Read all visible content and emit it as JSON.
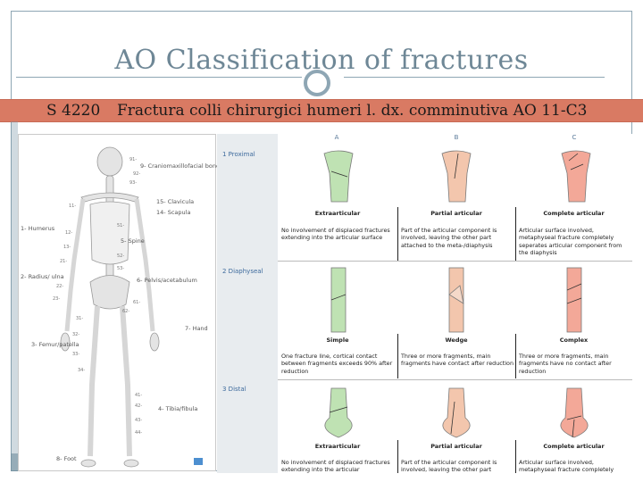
{
  "slide": {
    "title": "AO Classification of fractures",
    "banner_code": "S 4220",
    "banner_text": "Fractura colli chirurgici humeri l. dx. comminutiva AO 11-C3"
  },
  "skeleton": {
    "labels": [
      {
        "num": "9-",
        "text": "Craniomaxillofacial bones"
      },
      {
        "num": "15-",
        "text": "Clavicula"
      },
      {
        "num": "14-",
        "text": "Scapula"
      },
      {
        "num": "1-",
        "text": "Humerus"
      },
      {
        "num": "5-",
        "text": "Spine"
      },
      {
        "num": "2-",
        "text": "Radius/ ulna"
      },
      {
        "num": "6-",
        "text": "Pelvis/acetabulum"
      },
      {
        "num": "7-",
        "text": "Hand"
      },
      {
        "num": "3-",
        "text": "Femur/patella"
      },
      {
        "num": "4-",
        "text": "Tibia/fibula"
      },
      {
        "num": "8-",
        "text": "Foot"
      }
    ],
    "small_numbers": [
      "91-",
      "92-",
      "93-",
      "11-",
      "12-",
      "13-",
      "51-",
      "52-",
      "53-",
      "21-",
      "22-",
      "23-",
      "61-",
      "62-",
      "31-",
      "32-",
      "33-",
      "34-",
      "41-",
      "42-",
      "43-",
      "44-"
    ]
  },
  "classification": {
    "columns": [
      "A",
      "B",
      "C"
    ],
    "groups": [
      {
        "name": "1 Proximal",
        "subtypes": [
          {
            "label": "Extraarticular",
            "desc": "No involvement of displaced fractures extending into the articular surface"
          },
          {
            "label": "Partial articular",
            "desc": "Part of the articular component is involved, leaving the other part attached to the meta-/diaphysis"
          },
          {
            "label": "Complete articular",
            "desc": "Articular surface involved, metaphyseal fracture completely seperates articular component from the diaphysis"
          }
        ]
      },
      {
        "name": "2 Diaphyseal",
        "subtypes": [
          {
            "label": "Simple",
            "desc": "One fracture line, cortical contact between fragments exceeds 90% after reduction"
          },
          {
            "label": "Wedge",
            "desc": "Three or more fragments, main fragments have contact after reduction"
          },
          {
            "label": "Complex",
            "desc": "Three or more fragments, main fragments have no contact after reduction"
          }
        ]
      },
      {
        "name": "3 Distal",
        "subtypes": [
          {
            "label": "Extraarticular",
            "desc": "No involvement of displaced fractures extending into the articular"
          },
          {
            "label": "Partial articular",
            "desc": "Part of the articular component is involved, leaving the other part"
          },
          {
            "label": "Complete articular",
            "desc": "Articular surface involved, metaphyseal fracture completely"
          }
        ]
      }
    ]
  },
  "colors": {
    "accent": "#8ea6b4",
    "banner": "#d97a63",
    "bone_a": "#bfe2b3",
    "bone_b": "#f3c6ad",
    "bone_c": "#f3a898"
  }
}
